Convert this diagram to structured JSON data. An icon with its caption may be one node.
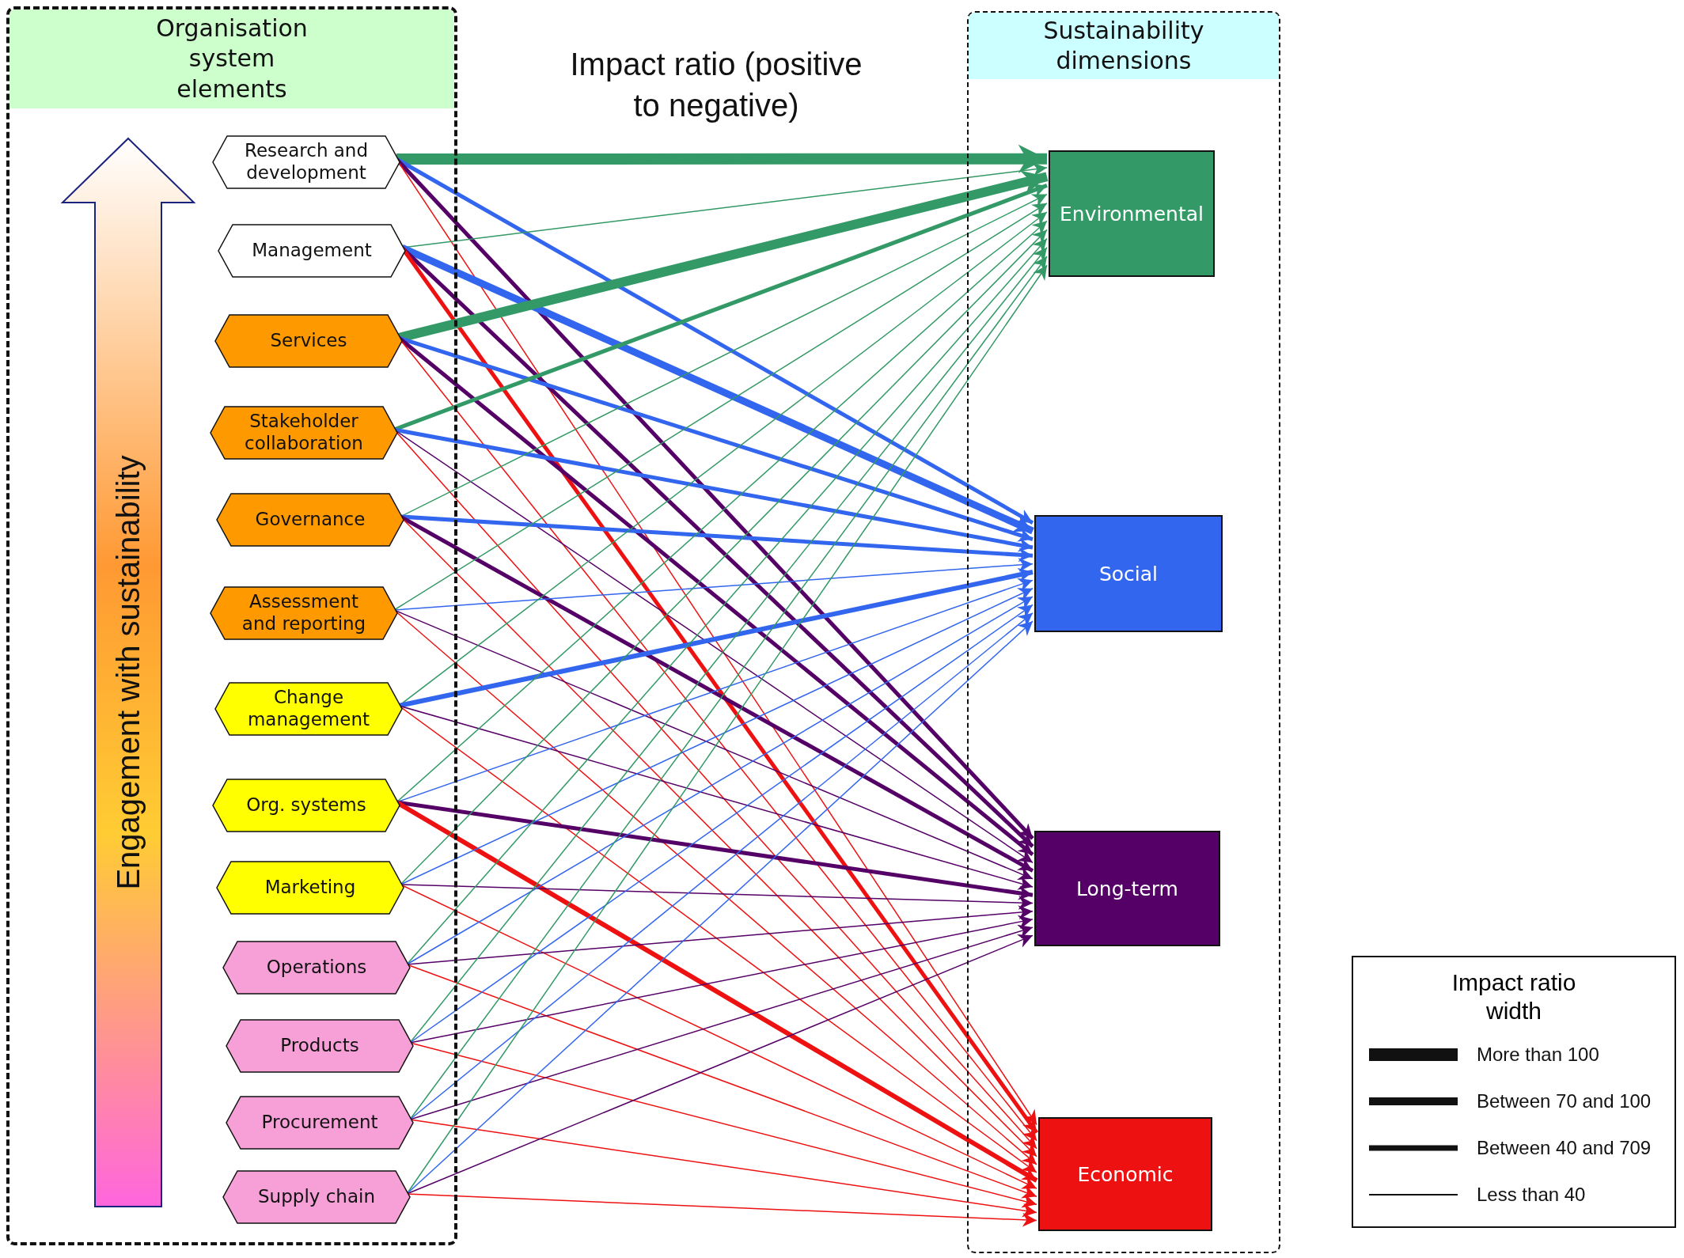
{
  "diagram": {
    "title": "Impact ratio (positive to negative)",
    "nodes": [
      {
        "text": [
          "Organisation system elements"
        ]
      },
      {
        "text": [
          "Engagement with sustainability"
        ],
        "in": 0
      },
      {
        "text": [
          "Research and development"
        ],
        "in": 0
      },
      {
        "text": [
          "Management"
        ],
        "in": 0
      },
      {
        "text": [
          "Services"
        ],
        "in": 0
      },
      {
        "text": [
          "Stakeholder collaboration"
        ],
        "in": 0
      },
      {
        "text": [
          "Governance"
        ],
        "in": 0
      },
      {
        "text": [
          "Assessment and reporting"
        ],
        "in": 0
      },
      {
        "text": [
          "Change management"
        ],
        "in": 0
      },
      {
        "text": [
          "Org. systems"
        ],
        "in": 0
      },
      {
        "text": [
          "Marketing"
        ],
        "in": 0
      },
      {
        "text": [
          "Operations"
        ],
        "in": 0
      },
      {
        "text": [
          "Products"
        ],
        "in": 0
      },
      {
        "text": [
          "Procurement"
        ],
        "in": 0
      },
      {
        "text": [
          "Supply chain"
        ],
        "in": 0
      },
      {
        "text": [
          "Sustainability dimensions"
        ]
      },
      {
        "text": [
          "Environmental"
        ],
        "in": 15
      },
      {
        "text": [
          "Social"
        ],
        "in": 15
      },
      {
        "text": [
          "Long-term"
        ],
        "in": 15
      },
      {
        "text": [
          "Economic"
        ],
        "in": 15
      }
    ],
    "edges": [
      {
        "from": 2,
        "to": 16,
        "arrow": "to",
        "style": "thick",
        "color": "#339966"
      },
      {
        "from": 2,
        "to": 17,
        "arrow": "to",
        "style": "thick",
        "color": "#3366ee"
      },
      {
        "from": 2,
        "to": 18,
        "arrow": "to",
        "style": "thick",
        "color": "#550066"
      },
      {
        "from": 2,
        "to": 19,
        "arrow": "to",
        "color": "#ee1111"
      },
      {
        "from": 3,
        "to": 16,
        "arrow": "to",
        "color": "#339966"
      },
      {
        "from": 3,
        "to": 17,
        "arrow": "to",
        "style": "thick",
        "color": "#3366ee"
      },
      {
        "from": 3,
        "to": 18,
        "arrow": "to",
        "style": "thick",
        "color": "#550066"
      },
      {
        "from": 3,
        "to": 19,
        "arrow": "to",
        "style": "thick",
        "color": "#ee1111"
      },
      {
        "from": 4,
        "to": 16,
        "arrow": "to",
        "style": "thick",
        "color": "#339966"
      },
      {
        "from": 4,
        "to": 17,
        "arrow": "to",
        "style": "thick",
        "color": "#3366ee"
      },
      {
        "from": 4,
        "to": 18,
        "arrow": "to",
        "style": "thick",
        "color": "#550066"
      },
      {
        "from": 4,
        "to": 19,
        "arrow": "to",
        "color": "#ee1111"
      },
      {
        "from": 5,
        "to": 16,
        "arrow": "to",
        "style": "thick",
        "color": "#339966"
      },
      {
        "from": 5,
        "to": 17,
        "arrow": "to",
        "style": "thick",
        "color": "#3366ee"
      },
      {
        "from": 5,
        "to": 18,
        "arrow": "to",
        "color": "#550066"
      },
      {
        "from": 5,
        "to": 19,
        "arrow": "to",
        "color": "#ee1111"
      },
      {
        "from": 6,
        "to": 16,
        "arrow": "to",
        "color": "#339966"
      },
      {
        "from": 6,
        "to": 17,
        "arrow": "to",
        "style": "thick",
        "color": "#3366ee"
      },
      {
        "from": 6,
        "to": 18,
        "arrow": "to",
        "style": "thick",
        "color": "#550066"
      },
      {
        "from": 6,
        "to": 19,
        "arrow": "to",
        "color": "#ee1111"
      },
      {
        "from": 7,
        "to": 16,
        "arrow": "to",
        "color": "#339966"
      },
      {
        "from": 7,
        "to": 17,
        "arrow": "to",
        "color": "#3366ee"
      },
      {
        "from": 7,
        "to": 18,
        "arrow": "to",
        "color": "#550066"
      },
      {
        "from": 7,
        "to": 19,
        "arrow": "to",
        "color": "#ee1111"
      },
      {
        "from": 8,
        "to": 16,
        "arrow": "to",
        "color": "#339966"
      },
      {
        "from": 8,
        "to": 17,
        "arrow": "to",
        "style": "thick",
        "color": "#3366ee"
      },
      {
        "from": 8,
        "to": 18,
        "arrow": "to",
        "color": "#550066"
      },
      {
        "from": 8,
        "to": 19,
        "arrow": "to",
        "color": "#ee1111"
      },
      {
        "from": 9,
        "to": 16,
        "arrow": "to",
        "color": "#339966"
      },
      {
        "from": 9,
        "to": 17,
        "arrow": "to",
        "color": "#3366ee"
      },
      {
        "from": 9,
        "to": 18,
        "arrow": "to",
        "style": "thick",
        "color": "#550066"
      },
      {
        "from": 9,
        "to": 19,
        "arrow": "to",
        "style": "thick",
        "color": "#ee1111"
      },
      {
        "from": 10,
        "to": 16,
        "arrow": "to",
        "color": "#339966"
      },
      {
        "from": 10,
        "to": 17,
        "arrow": "to",
        "color": "#3366ee"
      },
      {
        "from": 10,
        "to": 18,
        "arrow": "to",
        "color": "#550066"
      },
      {
        "from": 10,
        "to": 19,
        "arrow": "to",
        "color": "#ee1111"
      },
      {
        "from": 11,
        "to": 16,
        "arrow": "to",
        "color": "#339966"
      },
      {
        "from": 11,
        "to": 17,
        "arrow": "to",
        "color": "#3366ee"
      },
      {
        "from": 11,
        "to": 18,
        "arrow": "to",
        "color": "#550066"
      },
      {
        "from": 11,
        "to": 19,
        "arrow": "to",
        "color": "#ee1111"
      },
      {
        "from": 12,
        "to": 16,
        "arrow": "to",
        "color": "#339966"
      },
      {
        "from": 12,
        "to": 17,
        "arrow": "to",
        "color": "#3366ee"
      },
      {
        "from": 12,
        "to": 18,
        "arrow": "to",
        "color": "#550066"
      },
      {
        "from": 12,
        "to": 19,
        "arrow": "to",
        "color": "#ee1111"
      },
      {
        "from": 13,
        "to": 16,
        "arrow": "to",
        "color": "#339966"
      },
      {
        "from": 13,
        "to": 17,
        "arrow": "to",
        "color": "#3366ee"
      },
      {
        "from": 13,
        "to": 18,
        "arrow": "to",
        "color": "#550066"
      },
      {
        "from": 13,
        "to": 19,
        "arrow": "to",
        "color": "#ee1111"
      },
      {
        "from": 14,
        "to": 16,
        "arrow": "to",
        "color": "#339966"
      },
      {
        "from": 14,
        "to": 17,
        "arrow": "to",
        "color": "#3366ee"
      },
      {
        "from": 14,
        "to": 18,
        "arrow": "to",
        "color": "#550066"
      },
      {
        "from": 14,
        "to": 19,
        "arrow": "to",
        "color": "#ee1111"
      }
    ],
    "labels": [
      "Impact ratio width"
    ],
    "legend": [
      {
        "text": "More than 100"
      },
      {
        "text": "Between 70 and 100"
      },
      {
        "text": "Between 40 and 709"
      },
      {
        "text": "Less than 40"
      }
    ]
  }
}
